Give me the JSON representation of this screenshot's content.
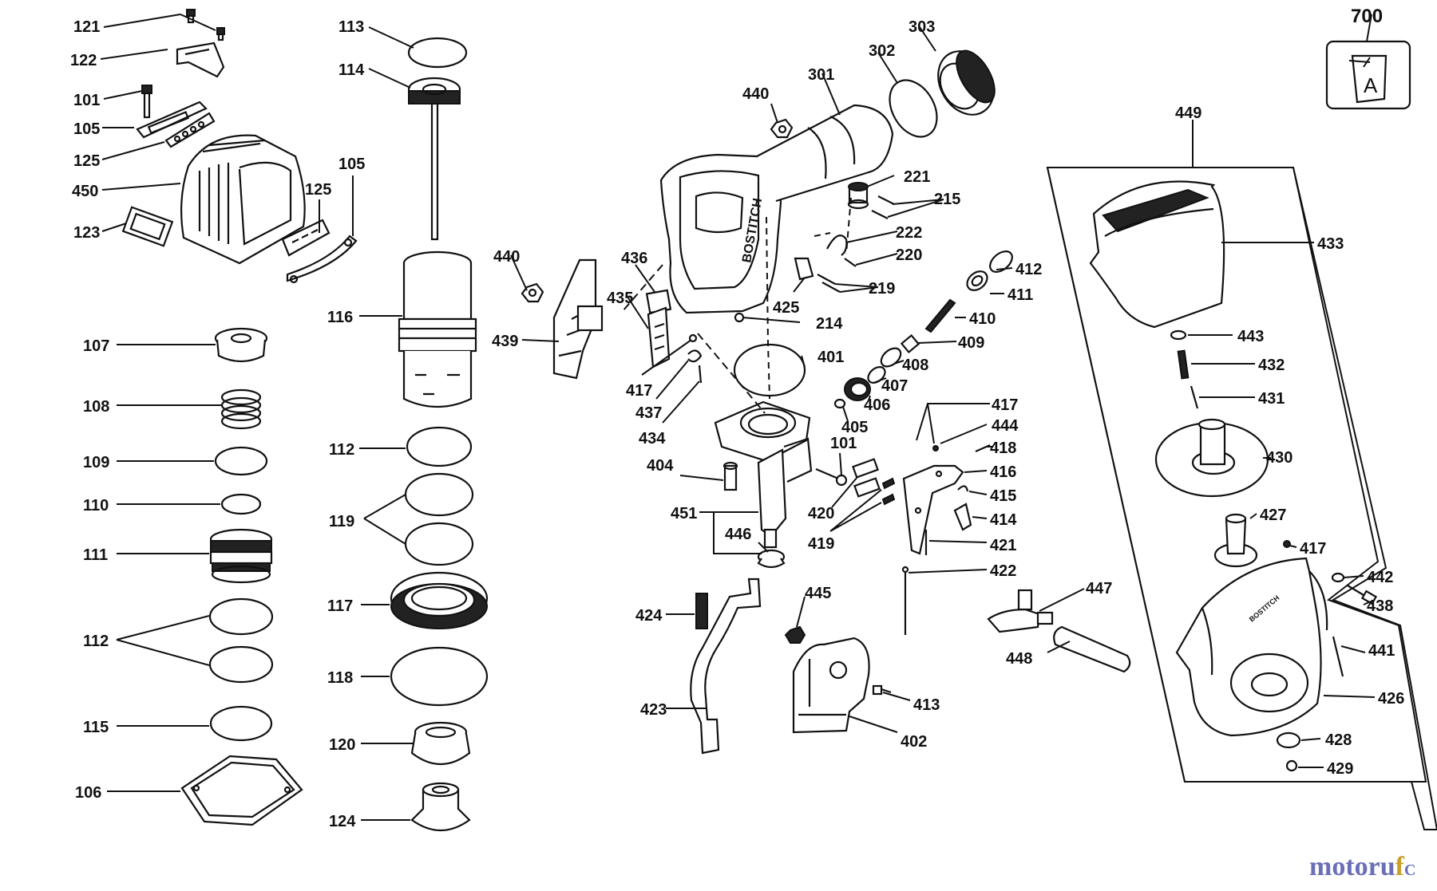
{
  "diagram": {
    "page_label": "700",
    "inset_letter": "A",
    "watermark": {
      "part1": "motoru",
      "part2": "f",
      "part3": "C"
    },
    "labels": [
      {
        "id": "l121",
        "text": "121"
      },
      {
        "id": "l122",
        "text": "122"
      },
      {
        "id": "l101a",
        "text": "101"
      },
      {
        "id": "l105a",
        "text": "105"
      },
      {
        "id": "l125a",
        "text": "125"
      },
      {
        "id": "l450",
        "text": "450"
      },
      {
        "id": "l123",
        "text": "123"
      },
      {
        "id": "l125b",
        "text": "125"
      },
      {
        "id": "l105b",
        "text": "105"
      },
      {
        "id": "l113",
        "text": "113"
      },
      {
        "id": "l114",
        "text": "114"
      },
      {
        "id": "l116",
        "text": "116"
      },
      {
        "id": "l107",
        "text": "107"
      },
      {
        "id": "l108",
        "text": "108"
      },
      {
        "id": "l109",
        "text": "109"
      },
      {
        "id": "l110",
        "text": "110"
      },
      {
        "id": "l111",
        "text": "111"
      },
      {
        "id": "l112a",
        "text": "112"
      },
      {
        "id": "l115",
        "text": "115"
      },
      {
        "id": "l106",
        "text": "106"
      },
      {
        "id": "l112b",
        "text": "112"
      },
      {
        "id": "l119",
        "text": "119"
      },
      {
        "id": "l117",
        "text": "117"
      },
      {
        "id": "l118",
        "text": "118"
      },
      {
        "id": "l120",
        "text": "120"
      },
      {
        "id": "l124",
        "text": "124"
      },
      {
        "id": "l440a",
        "text": "440"
      },
      {
        "id": "l301",
        "text": "301"
      },
      {
        "id": "l302",
        "text": "302"
      },
      {
        "id": "l303",
        "text": "303"
      },
      {
        "id": "l221",
        "text": "221"
      },
      {
        "id": "l215",
        "text": "215"
      },
      {
        "id": "l222",
        "text": "222"
      },
      {
        "id": "l220",
        "text": "220"
      },
      {
        "id": "l219",
        "text": "219"
      },
      {
        "id": "l425",
        "text": "425"
      },
      {
        "id": "l214",
        "text": "214"
      },
      {
        "id": "l440b",
        "text": "440"
      },
      {
        "id": "l436",
        "text": "436"
      },
      {
        "id": "l435",
        "text": "435"
      },
      {
        "id": "l439",
        "text": "439"
      },
      {
        "id": "l417a",
        "text": "417"
      },
      {
        "id": "l437",
        "text": "437"
      },
      {
        "id": "l434",
        "text": "434"
      },
      {
        "id": "l401",
        "text": "401"
      },
      {
        "id": "l412",
        "text": "412"
      },
      {
        "id": "l411",
        "text": "411"
      },
      {
        "id": "l410",
        "text": "410"
      },
      {
        "id": "l409",
        "text": "409"
      },
      {
        "id": "l408",
        "text": "408"
      },
      {
        "id": "l407",
        "text": "407"
      },
      {
        "id": "l406",
        "text": "406"
      },
      {
        "id": "l405",
        "text": "405"
      },
      {
        "id": "l417b",
        "text": "417"
      },
      {
        "id": "l444",
        "text": "444"
      },
      {
        "id": "l418",
        "text": "418"
      },
      {
        "id": "l416",
        "text": "416"
      },
      {
        "id": "l415",
        "text": "415"
      },
      {
        "id": "l414",
        "text": "414"
      },
      {
        "id": "l421",
        "text": "421"
      },
      {
        "id": "l422",
        "text": "422"
      },
      {
        "id": "l101b",
        "text": "101"
      },
      {
        "id": "l404",
        "text": "404"
      },
      {
        "id": "l420",
        "text": "420"
      },
      {
        "id": "l419",
        "text": "419"
      },
      {
        "id": "l451",
        "text": "451"
      },
      {
        "id": "l446",
        "text": "446"
      },
      {
        "id": "l424",
        "text": "424"
      },
      {
        "id": "l423",
        "text": "423"
      },
      {
        "id": "l445",
        "text": "445"
      },
      {
        "id": "l413",
        "text": "413"
      },
      {
        "id": "l402",
        "text": "402"
      },
      {
        "id": "l447",
        "text": "447"
      },
      {
        "id": "l448",
        "text": "448"
      },
      {
        "id": "l449",
        "text": "449"
      },
      {
        "id": "l433",
        "text": "433"
      },
      {
        "id": "l443",
        "text": "443"
      },
      {
        "id": "l432",
        "text": "432"
      },
      {
        "id": "l431",
        "text": "431"
      },
      {
        "id": "l430",
        "text": "430"
      },
      {
        "id": "l427",
        "text": "427"
      },
      {
        "id": "l417c",
        "text": "417"
      },
      {
        "id": "l442",
        "text": "442"
      },
      {
        "id": "l438",
        "text": "438"
      },
      {
        "id": "l441",
        "text": "441"
      },
      {
        "id": "l426",
        "text": "426"
      },
      {
        "id": "l428",
        "text": "428"
      },
      {
        "id": "l429",
        "text": "429"
      }
    ]
  }
}
